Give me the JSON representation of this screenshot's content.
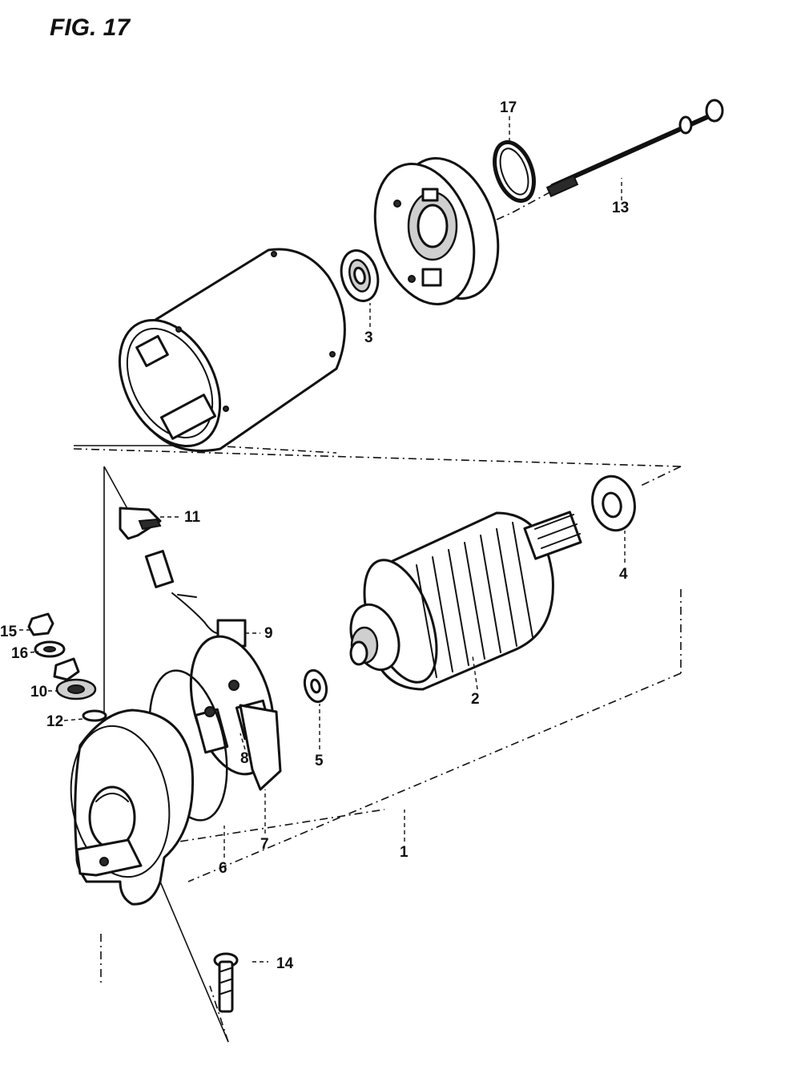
{
  "figure": {
    "title": "FIG. 17"
  },
  "callouts": [
    {
      "id": "c17",
      "text": "17"
    },
    {
      "id": "c13",
      "text": "13"
    },
    {
      "id": "c3",
      "text": "3"
    },
    {
      "id": "c11",
      "text": "11"
    },
    {
      "id": "c4",
      "text": "4"
    },
    {
      "id": "c9",
      "text": "9"
    },
    {
      "id": "c15",
      "text": "15"
    },
    {
      "id": "c16",
      "text": "16"
    },
    {
      "id": "c10",
      "text": "10"
    },
    {
      "id": "c12",
      "text": "12"
    },
    {
      "id": "c2",
      "text": "2"
    },
    {
      "id": "c8",
      "text": "8"
    },
    {
      "id": "c5",
      "text": "5"
    },
    {
      "id": "c7",
      "text": "7"
    },
    {
      "id": "c6",
      "text": "6"
    },
    {
      "id": "c1",
      "text": "1"
    },
    {
      "id": "c14",
      "text": "14"
    }
  ]
}
